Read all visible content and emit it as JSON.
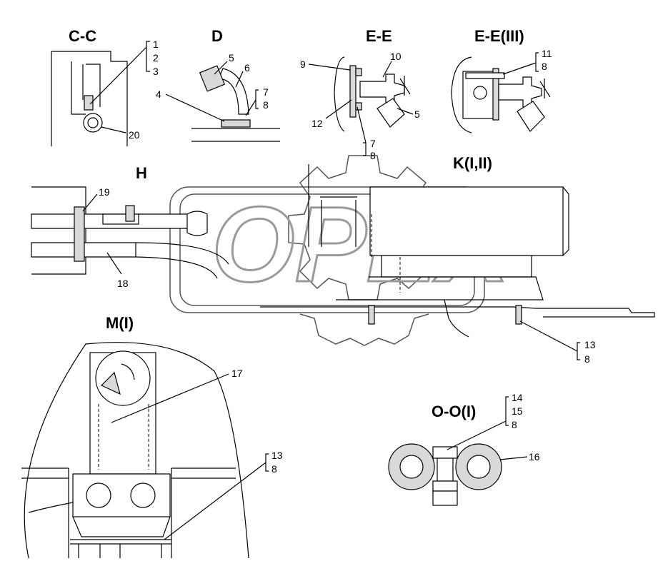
{
  "watermark": {
    "text": "OPEX"
  },
  "views": {
    "cc": "C-C",
    "d": "D",
    "ee": "E-E",
    "ee3": "E-E(III)",
    "h": "H",
    "k": "K(I,II)",
    "m": "M(I)",
    "oo": "O-O(I)"
  },
  "callouts": {
    "cc_1": "1",
    "cc_2": "2",
    "cc_3": "3",
    "cc_20": "20",
    "d_4": "4",
    "d_5": "5",
    "d_6": "6",
    "d_7": "7",
    "d_8": "8",
    "ee_9": "9",
    "ee_10": "10",
    "ee_12": "12",
    "ee_5": "5",
    "ee_7": "7",
    "ee_8": "8",
    "ee3_11": "11",
    "ee3_8": "8",
    "h_19": "19",
    "h_18": "18",
    "k_13": "13",
    "k_8": "8",
    "m_17": "17",
    "m_13": "13",
    "m_8": "8",
    "oo_14": "14",
    "oo_15": "15",
    "oo_8": "8",
    "oo_16": "16"
  }
}
